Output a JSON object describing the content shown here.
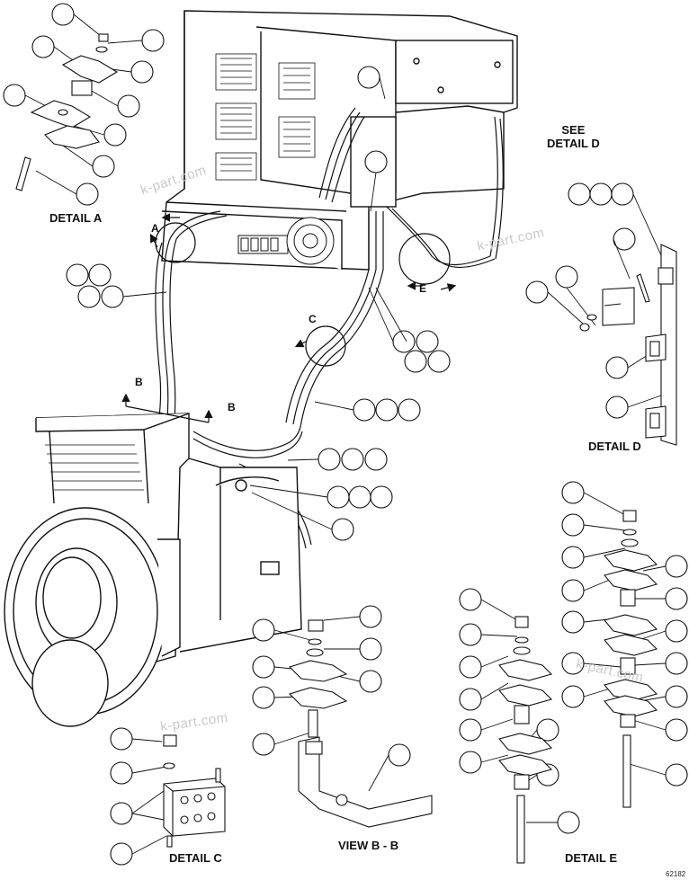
{
  "labels": {
    "detail_a": "DETAIL A",
    "detail_b_view": "VIEW B - B",
    "detail_c": "DETAIL C",
    "detail_d": "DETAIL D",
    "detail_e": "DETAIL E",
    "see_detail_d": "SEE\nDETAIL D"
  },
  "section_markers": {
    "a": "A",
    "b": "B",
    "c": "C",
    "e": "E"
  },
  "watermark": "k-part.com",
  "drawing_number": "62182"
}
